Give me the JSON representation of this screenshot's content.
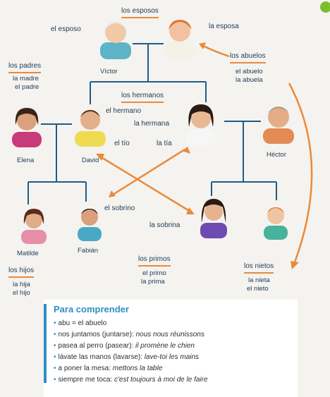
{
  "tree": {
    "los_esposos": "los esposos",
    "el_esposo": "el esposo",
    "la_esposa": "la esposa",
    "los_padres": "los padres",
    "la_madre": "la madre",
    "el_padre": "el padre",
    "los_abuelos": "los abuelos",
    "el_abuelo": "el abuelo",
    "la_abuela": "la abuela",
    "los_hermanos": "los hermanos",
    "el_hermano": "el hermano",
    "la_hermana": "la hermana",
    "el_tio": "el tío",
    "la_tia": "la tía",
    "el_sobrino": "el sobrino",
    "la_sobrina": "la sobrina",
    "los_primos": "los primos",
    "el_primo": "el primo",
    "la_prima": "la prima",
    "los_hijos": "los hijos",
    "la_hija": "la hija",
    "el_hijo": "el hijo",
    "los_nietos": "los nietos",
    "la_nieta": "la nieta",
    "el_nieto": "el nieto"
  },
  "names": {
    "victor": "Víctor",
    "elena": "Elena",
    "david": "David",
    "hector": "Héctor",
    "matilde": "Matilde",
    "fabian": "Fabián"
  },
  "comprender": {
    "title": "Para comprender",
    "lines": [
      {
        "es": "abu = el abuelo",
        "tr": ""
      },
      {
        "es": "nos juntamos (juntarse):",
        "tr": "nous nous réunissons"
      },
      {
        "es": "pasea al perro (pasear):",
        "tr": "il promène le chien"
      },
      {
        "es": "lávate las manos (lavarse):",
        "tr": "lave-toi les mains"
      },
      {
        "es": "a poner la mesa:",
        "tr": "mettons la table"
      },
      {
        "es": "siempre me toca:",
        "tr": "c'est toujours à moi de le faire"
      }
    ]
  },
  "colors": {
    "line": "#1f5c8a",
    "accent": "#e98a3c",
    "title": "#2d8fc4"
  }
}
